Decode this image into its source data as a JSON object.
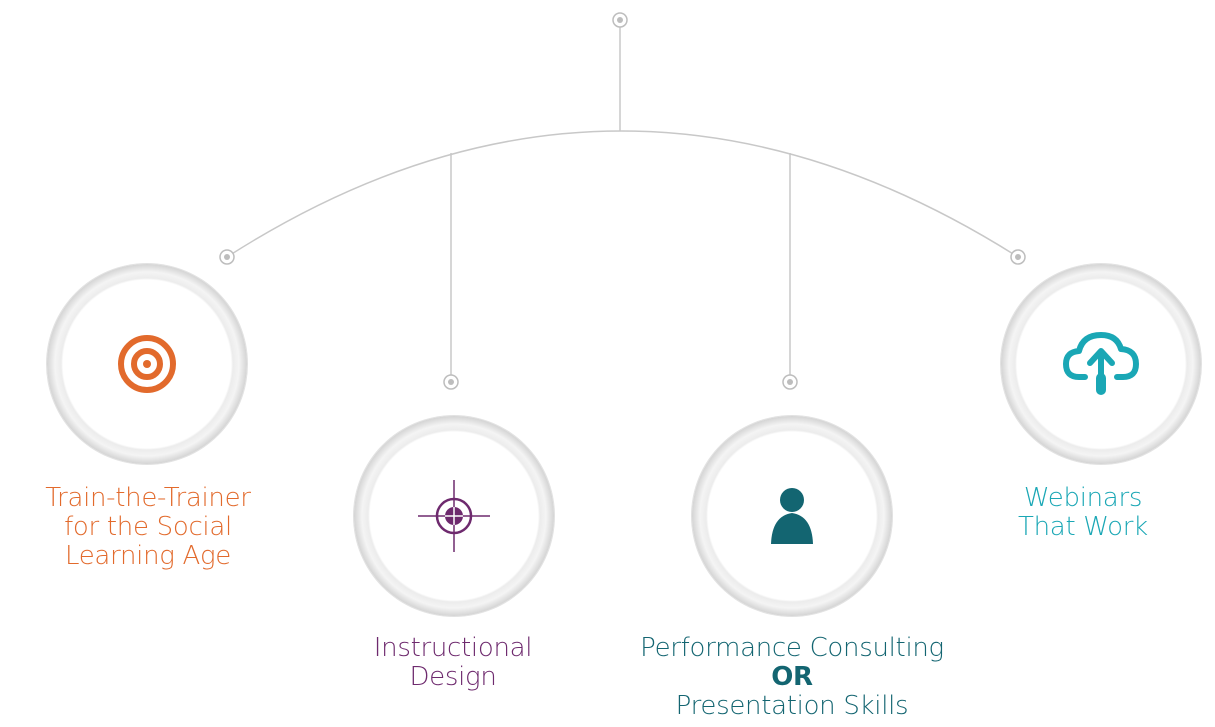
{
  "nodes": [
    {
      "id": "train-the-trainer",
      "icon": "target-icon",
      "color": "#e26a2c",
      "label_lines": [
        "Train-the-Trainer",
        "for the Social",
        "Learning Age"
      ]
    },
    {
      "id": "instructional-design",
      "icon": "crosshair-icon",
      "color": "#6e2a6e",
      "label_lines": [
        "Instructional",
        "Design"
      ]
    },
    {
      "id": "performance-consulting",
      "icon": "person-icon",
      "color": "#136571",
      "label_lines": [
        "Performance Consulting",
        "OR",
        "Presentation Skills"
      ]
    },
    {
      "id": "webinars",
      "icon": "cloud-upload-icon",
      "color": "#1aa7b5",
      "label_lines": [
        "Webinars",
        "That Work"
      ]
    }
  ],
  "connector_color": "#c8c8c8"
}
